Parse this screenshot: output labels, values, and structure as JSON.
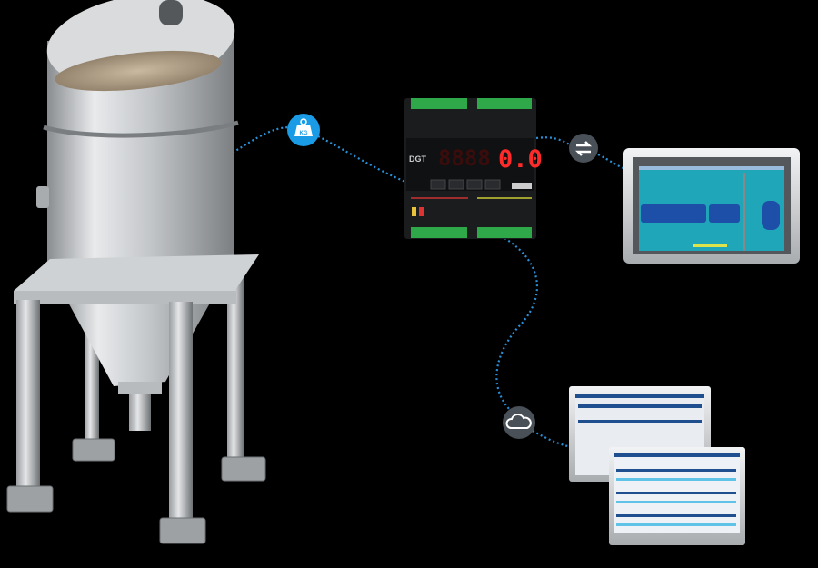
{
  "indicator": {
    "brand": "DGT",
    "display_value": "0.0",
    "display_dim": "8888"
  },
  "icons": {
    "weight": {
      "name": "kg-weight-icon",
      "label": "KG"
    },
    "transfer": {
      "name": "exchange-arrows-icon"
    },
    "cloud": {
      "name": "cloud-icon"
    }
  },
  "colors": {
    "background": "#000000",
    "connector": "#2a8fd6",
    "icon_circle": "#1a9be6",
    "display_red": "#ff2a2a",
    "terminal_green": "#2fa84a",
    "hmi_screen": "#1fa6b8"
  }
}
